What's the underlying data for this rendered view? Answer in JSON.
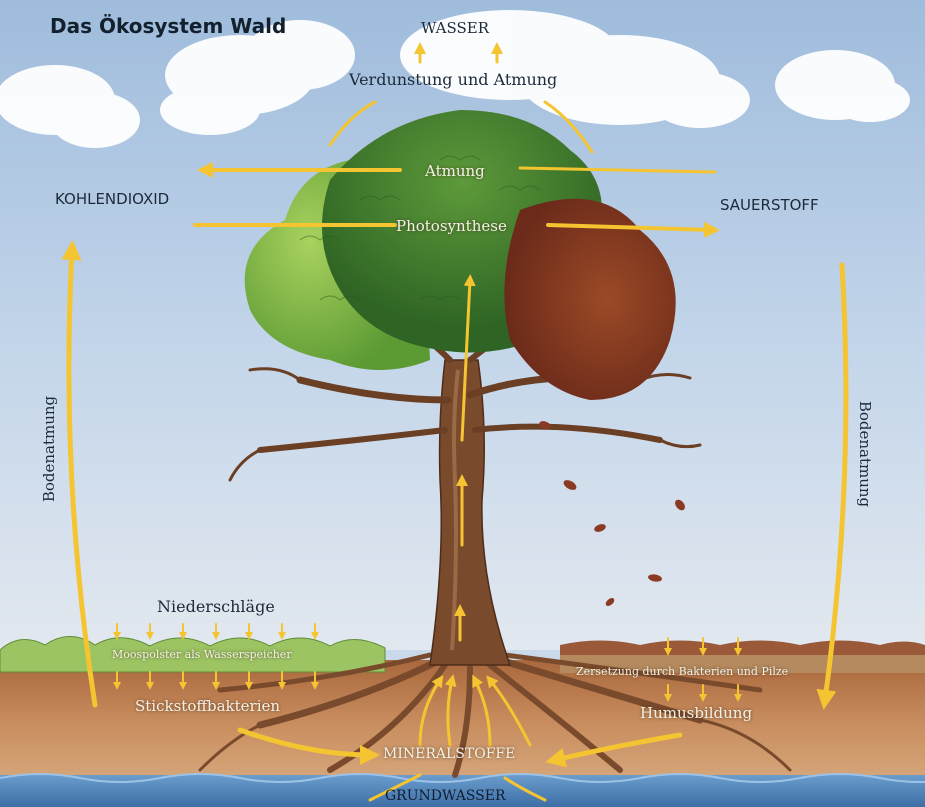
{
  "title": "Das Ökosystem Wald",
  "labels": {
    "wasser": "WASSER",
    "verdunstung": "Verdunstung und Atmung",
    "atmung": "Atmung",
    "photosynthese": "Photosynthese",
    "kohlendioxid": "KOHLENDIOXID",
    "sauerstoff": "SAUERSTOFF",
    "bodenatmung_left": "Bodenatmung",
    "bodenatmung_right": "Bodenatmung",
    "niederschlaege": "Niederschläge",
    "moospolster": "Moospolster als Wasserspeicher",
    "zersetzung": "Zersetzung durch Bakterien und Pilze",
    "stickstoffbakterien": "Stickstoffbakterien",
    "humusbildung": "Humusbildung",
    "mineralstoffe": "MINERALSTOFFE",
    "grundwasser": "GRUNDWASSER"
  },
  "colors": {
    "sky": "#b8cde3",
    "cloud": "#ffffff",
    "arrow": "#f5c431",
    "foliage_light": "#8fbf4a",
    "foliage_dark": "#3f7a2a",
    "foliage_autumn": "#8a3a22",
    "trunk": "#7a4a2c",
    "soil": "#b8744a",
    "grass": "#9cc463",
    "water": "#4e7fb8"
  }
}
